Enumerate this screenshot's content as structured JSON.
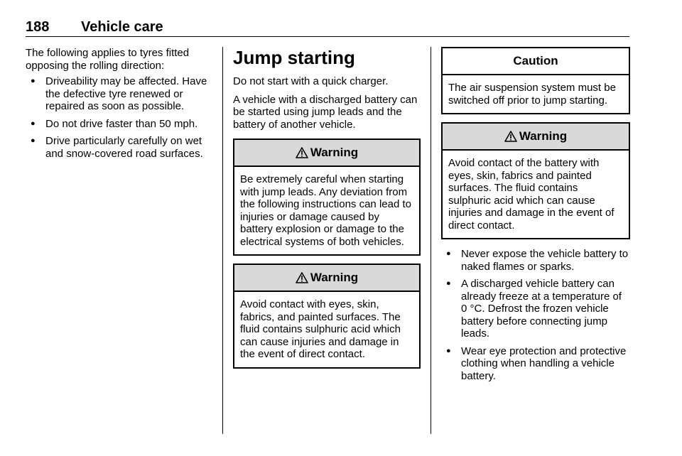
{
  "header": {
    "page_number": "188",
    "title": "Vehicle care"
  },
  "col1": {
    "intro": "The following applies to tyres fitted opposing the rolling direction:",
    "bullets": [
      "Driveability may be affected. Have the defective tyre renewed or repaired as soon as possible.",
      "Do not drive faster than 50 mph.",
      "Drive particularly carefully on wet and snow-covered road surfaces."
    ]
  },
  "col2": {
    "section_title": "Jump starting",
    "para1": "Do not start with a quick charger.",
    "para2": "A vehicle with a discharged battery can be started using jump leads and the battery of another vehicle.",
    "warning1": {
      "label": "Warning",
      "text": "Be extremely careful when starting with jump leads. Any deviation from the following instructions can lead to injuries or damage caused by battery explosion or damage to the electrical systems of both vehicles."
    },
    "warning2": {
      "label": "Warning",
      "text": "Avoid contact with eyes, skin, fabrics, and painted surfaces. The fluid contains sulphuric acid which can cause injuries and damage in the event of direct contact."
    }
  },
  "col3": {
    "caution": {
      "label": "Caution",
      "text": "The air suspension system must be switched off prior to jump starting."
    },
    "warning": {
      "label": "Warning",
      "text": "Avoid contact of the battery with eyes, skin, fabrics and painted surfaces. The fluid contains sulphuric acid which can cause injuries and damage in the event of direct contact."
    },
    "bullets": [
      "Never expose the vehicle battery to naked flames or sparks.",
      "A discharged vehicle battery can already freeze at a temperature of 0 °C. Defrost the frozen vehicle battery before connecting jump leads.",
      "Wear eye protection and protective clothing when handling a vehicle battery."
    ]
  },
  "icons": {
    "warning": "warning-triangle-icon"
  }
}
